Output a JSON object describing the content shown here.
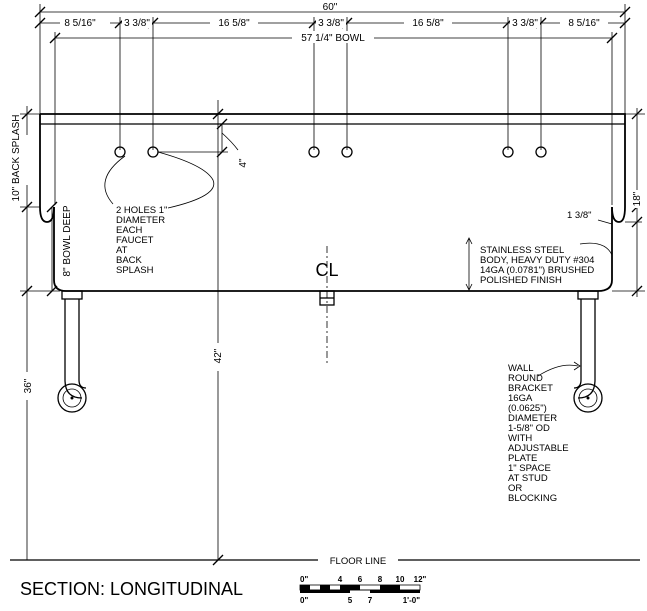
{
  "dimensions": {
    "overall_width": "60\"",
    "segments": [
      "8 5/16\"",
      "3 3/8\"",
      "16 5/8\"",
      "3 3/8\"",
      "16 5/8\"",
      "3 3/8\"",
      "8 5/16\""
    ],
    "bowl_width": "57 1/4\" BOWL",
    "back_splash": "10\" BACK SPLASH",
    "hole_offset": "4\"",
    "overall_height": "18\"",
    "rim_height": "1 3/8\"",
    "bowl_depth": "8\" BOWL DEEP",
    "floor_to_rim": "42\"",
    "floor_to_bracket": "36\""
  },
  "notes": {
    "holes": [
      "2 HOLES 1\"",
      "DIAMETER",
      "EACH",
      "FAUCET",
      "AT",
      "BACK",
      "SPLASH"
    ],
    "material": [
      "STAINLESS STEEL",
      "BODY, HEAVY DUTY #304",
      "14GA (0.0781\") BRUSHED",
      "POLISHED FINISH"
    ],
    "bracket": [
      "WALL",
      "ROUND",
      "BRACKET",
      "16GA",
      "(0.0625\")",
      "DIAMETER",
      "1-5/8\" OD",
      "WITH",
      "ADJUSTABLE",
      "PLATE",
      "1\" SPACE",
      "AT STUD",
      "OR",
      "BLOCKING"
    ]
  },
  "centerline_label": "CL",
  "floor_line": "FLOOR LINE",
  "title": "SECTION: LONGITUDINAL",
  "scale": {
    "top_labels": [
      "0\"",
      "4",
      "6",
      "8",
      "10",
      "12\""
    ],
    "bottom_labels": [
      "0\"",
      "5",
      "7",
      "1'-0\""
    ]
  }
}
